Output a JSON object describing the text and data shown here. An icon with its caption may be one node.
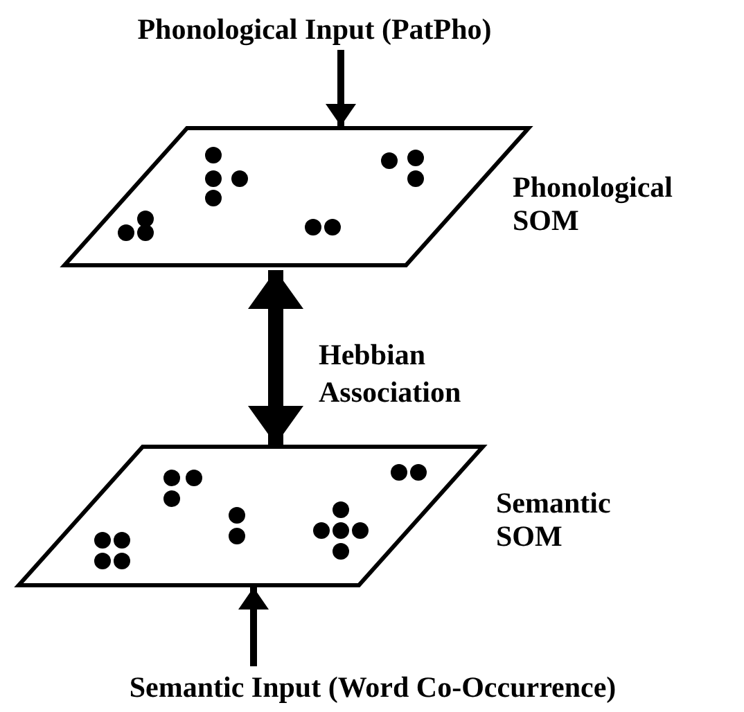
{
  "diagram": {
    "nodes": [
      {
        "text": [
          "Phonological Input (PatPho)"
        ]
      },
      {
        "text": [
          "Phonological SOM"
        ]
      },
      {
        "text": [
          "Semantic SOM"
        ]
      },
      {
        "text": [
          "Semantic Input (Word Co-Occurrence)"
        ]
      }
    ],
    "edges": [
      {
        "from": 0,
        "to": 1,
        "arrow": "to"
      },
      {
        "from": 1,
        "to": 2,
        "arrow": "both",
        "style": "thick",
        "label": "Hebbian Association"
      },
      {
        "from": 3,
        "to": 2,
        "arrow": "to"
      }
    ]
  }
}
